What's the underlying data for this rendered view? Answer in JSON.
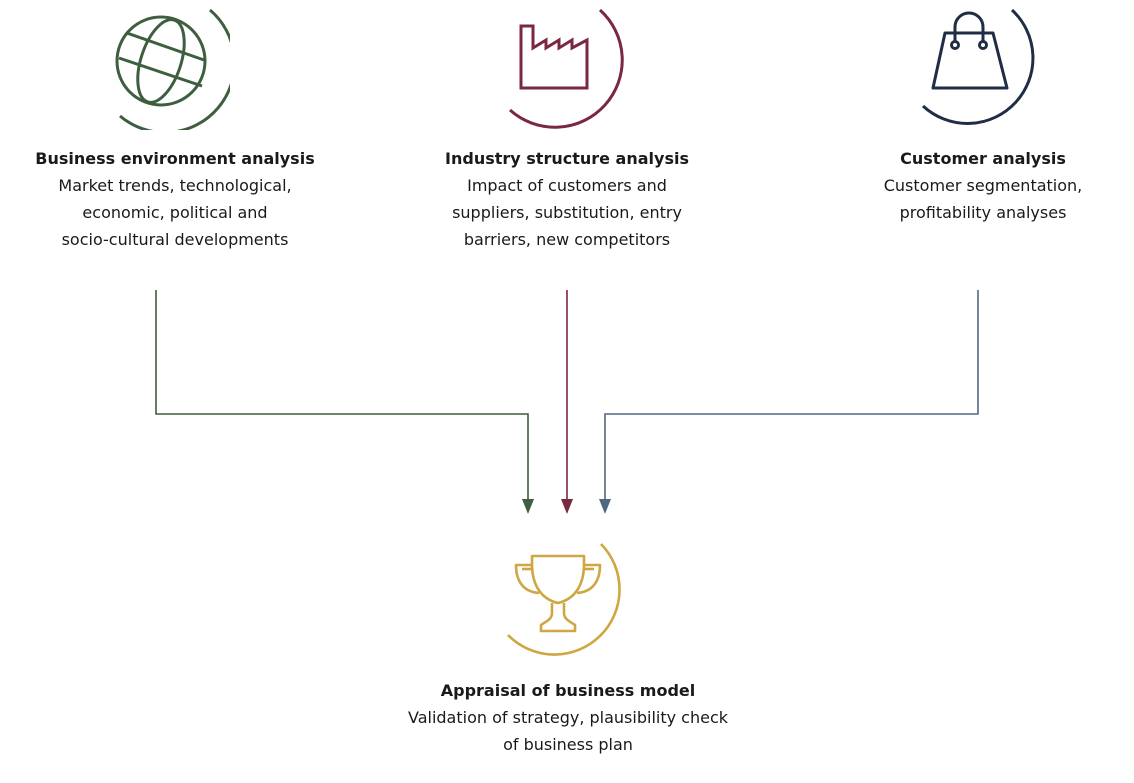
{
  "nodes": {
    "business_environment": {
      "title": "Business environment analysis",
      "lines": [
        "Market trends, technological,",
        "economic, political and",
        "socio-cultural developments"
      ],
      "icon": "globe-icon",
      "color": "#3d5e3f"
    },
    "industry_structure": {
      "title": "Industry structure analysis",
      "lines": [
        "Impact of customers and",
        "suppliers, substitution, entry",
        "barriers, new competitors"
      ],
      "icon": "factory-icon",
      "color": "#7a2840"
    },
    "customer": {
      "title": "Customer analysis",
      "lines": [
        "Customer segmentation,",
        "profitability analyses"
      ],
      "icon": "shopping-bag-icon",
      "color": "#1f2d45"
    },
    "appraisal": {
      "title": "Appraisal of business model",
      "lines": [
        "Validation of strategy, plausibility check",
        "of business plan"
      ],
      "icon": "trophy-icon",
      "color": "#cfa742"
    }
  },
  "connectors": {
    "business_environment_color": "#3d5e3f",
    "industry_structure_color": "#7a2840",
    "customer_color": "#4f6882"
  }
}
